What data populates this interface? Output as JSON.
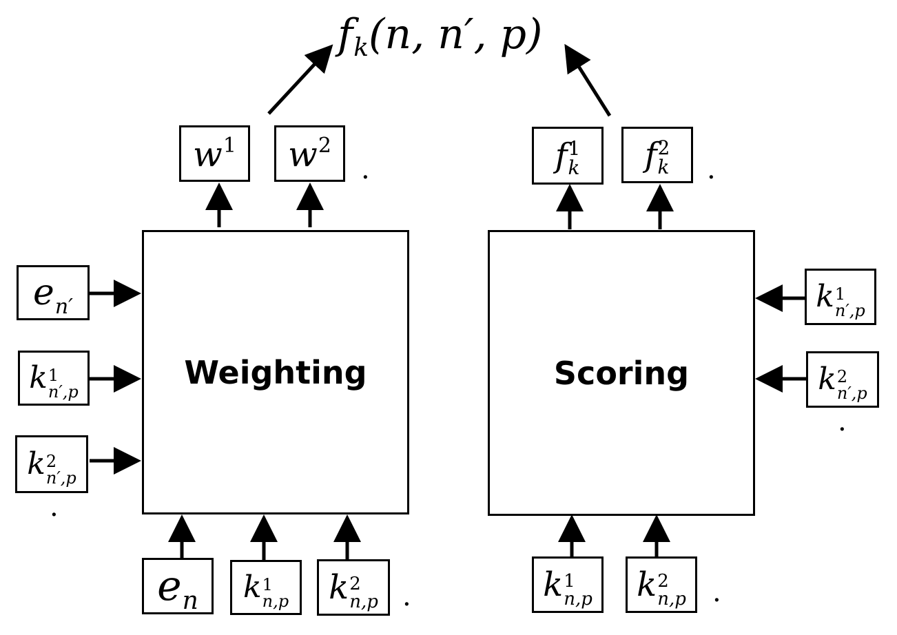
{
  "output": {
    "func": "f",
    "sub": "k",
    "args": "(n, n′, p)"
  },
  "weighting": {
    "label": "Weighting",
    "outputs": [
      {
        "base": "w",
        "sup": "1"
      },
      {
        "base": "w",
        "sup": "2"
      }
    ],
    "left_inputs": [
      {
        "base": "e",
        "sub": "n′"
      },
      {
        "base": "k",
        "sup": "1",
        "sub": "n′,p"
      },
      {
        "base": "k",
        "sup": "2",
        "sub": "n′,p"
      }
    ],
    "bottom_inputs": [
      {
        "base": "e",
        "sub": "n"
      },
      {
        "base": "k",
        "sup": "1",
        "sub": "n,p"
      },
      {
        "base": "k",
        "sup": "2",
        "sub": "n,p"
      }
    ]
  },
  "scoring": {
    "label": "Scoring",
    "outputs": [
      {
        "base": "f",
        "sup": "1",
        "sub": "k"
      },
      {
        "base": "f",
        "sup": "2",
        "sub": "k"
      }
    ],
    "right_inputs": [
      {
        "base": "k",
        "sup": "1",
        "sub": "n′,p"
      },
      {
        "base": "k",
        "sup": "2",
        "sub": "n′,p"
      }
    ],
    "bottom_inputs": [
      {
        "base": "k",
        "sup": "1",
        "sub": "n,p"
      },
      {
        "base": "k",
        "sup": "2",
        "sub": "n,p"
      }
    ]
  },
  "ellipsis": "."
}
